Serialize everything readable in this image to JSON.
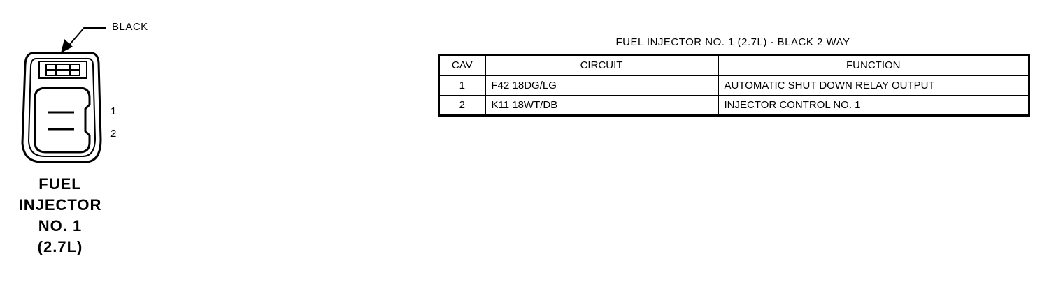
{
  "connector": {
    "color_callout": "BLACK",
    "pins": [
      "1",
      "2"
    ],
    "name_lines": [
      "FUEL",
      "INJECTOR",
      "NO. 1",
      "(2.7L)"
    ]
  },
  "pinout": {
    "title": "FUEL INJECTOR NO. 1 (2.7L) - BLACK 2 WAY",
    "headers": {
      "cav": "CAV",
      "circuit": "CIRCUIT",
      "function": "FUNCTION"
    },
    "rows": [
      {
        "cav": "1",
        "circuit": "F42 18DG/LG",
        "function": "AUTOMATIC SHUT DOWN RELAY OUTPUT"
      },
      {
        "cav": "2",
        "circuit": "K11 18WT/DB",
        "function": "INJECTOR CONTROL NO. 1"
      }
    ]
  }
}
